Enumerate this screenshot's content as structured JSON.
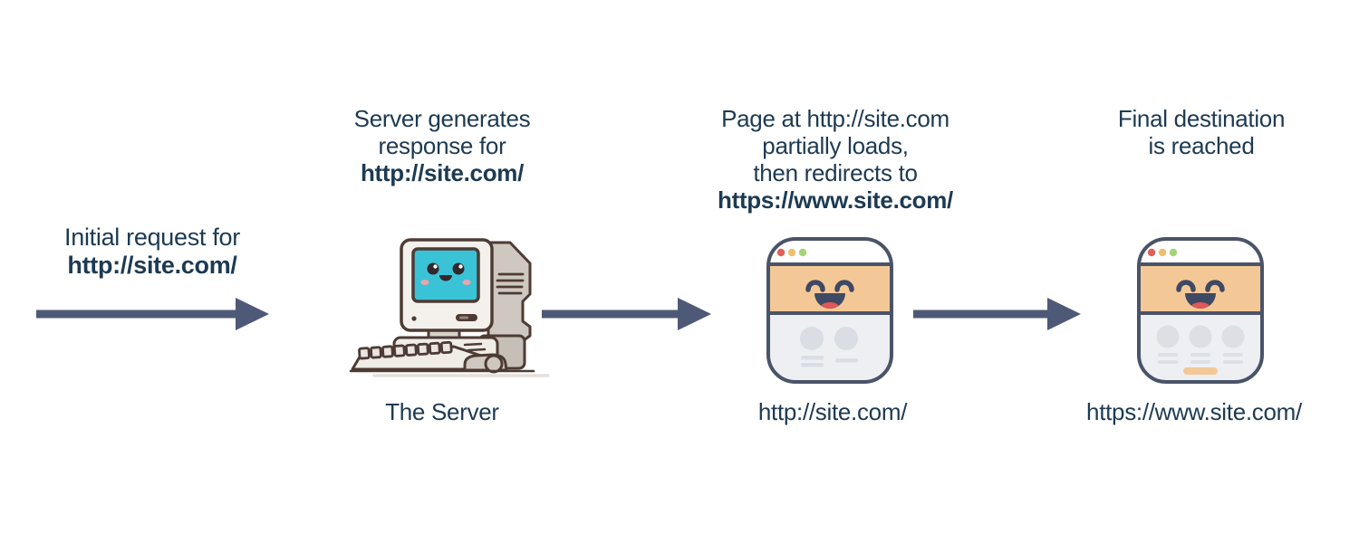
{
  "request_step": {
    "line1": "Initial request for",
    "line2": "http://site.com/"
  },
  "server_step": {
    "heading_line1": "Server generates",
    "heading_line2": "response for",
    "heading_line3": "http://site.com/",
    "caption": "The Server"
  },
  "redirect_step": {
    "heading_line1": "Page at http://site.com",
    "heading_line2": "partially loads,",
    "heading_line3": "then redirects to",
    "heading_line4": "https://www.site.com/",
    "caption": "http://site.com/"
  },
  "final_step": {
    "heading_line1": "Final destination",
    "heading_line2": "is reached",
    "caption": "https://www.site.com/"
  },
  "icons": {
    "server": "server-computer-icon",
    "browser": "browser-window-icon",
    "arrow": "arrow-right-icon"
  },
  "colors": {
    "text_navy": "#1d3a52",
    "arrow_slate": "#4e5977",
    "browser_outline": "#4a5469",
    "browser_band_peach": "#f4c896",
    "browser_content_gray": "#edeff2",
    "placeholder_gray": "#dadee4",
    "screen_cyan": "#3ac3d6",
    "server_outline_brown": "#4d3b34",
    "server_body": "#f4f1ec",
    "server_tower": "#cfc8c0",
    "dot_red": "#e0605a",
    "dot_yellow": "#edbf6d",
    "dot_green": "#a5d378",
    "tongue_red": "#df5858",
    "blush_pink": "#f0a3ad"
  }
}
